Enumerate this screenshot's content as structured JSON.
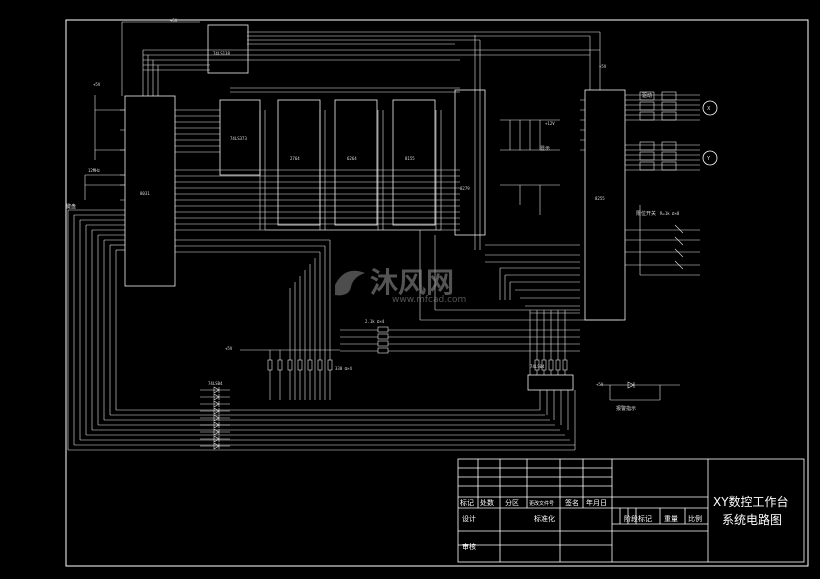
{
  "title_block": {
    "title_line1": "XY数控工作台",
    "title_line2": "系统电路图",
    "row1": [
      "标记",
      "处数",
      "分区",
      "更改文件号",
      "签名",
      "年月日"
    ],
    "design_label": "设计",
    "standard_label": "标准化",
    "stage_mark_label": "阶段标记",
    "weight_label": "重量",
    "ratio_label": "比例",
    "review_label": "审核"
  },
  "watermark": {
    "text": "沐风网",
    "url": "www.mfcad.com"
  },
  "labels": {
    "vcc": "+5V",
    "vcc2": "+12V",
    "cpu": "8031",
    "latch": "74LS373",
    "eprom": "2764",
    "ram": "6264",
    "pio": "8155",
    "kb": "8279",
    "pio2": "8255",
    "addr_dec": "74LS138",
    "keyboard": "键盘",
    "display": "显示",
    "motor_x": "X",
    "motor_y": "Y",
    "driver": "驱动",
    "limit": "限位开关",
    "res": "2.1k Ω×4",
    "res2": "330 Ω×4",
    "led_seg": "74LS04",
    "alarm": "报警指示",
    "r_label": "R=1k Ω×8",
    "crystal": "12MHz"
  },
  "colors": {
    "line": "#e8e8e8",
    "bg": "#000000",
    "frame": "#ffffff"
  }
}
